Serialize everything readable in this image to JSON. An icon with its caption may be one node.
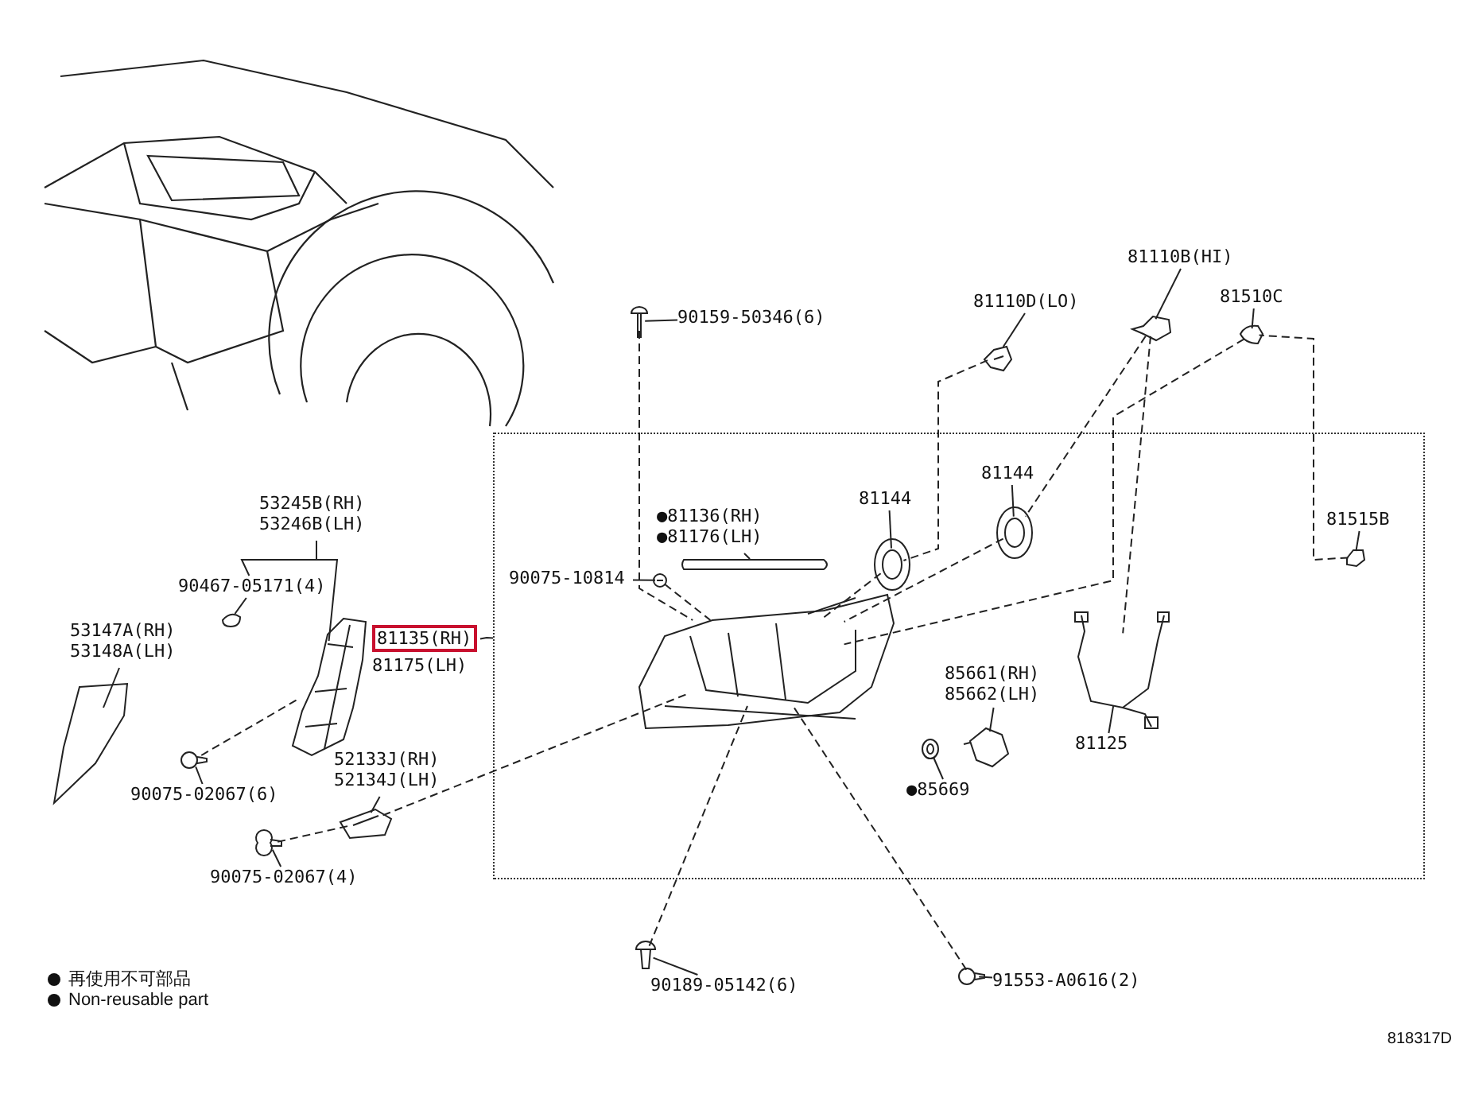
{
  "diagram": {
    "nodes": [
      {
        "text": [
          "53245B(RH) 53246B(LH)"
        ]
      },
      {
        "text": [],
        "shape": "picture"
      },
      {
        "text": [
          "90467-05171(4)"
        ]
      },
      {
        "text": [],
        "shape": "picture"
      },
      {
        "text": [
          "53147A(RH) 53148A(LH)"
        ]
      },
      {
        "text": [],
        "shape": "picture"
      },
      {
        "text": [
          "81135(RH)",
          "81175(LH)"
        ]
      },
      {
        "text": [
          "90075-02067(6)"
        ]
      },
      {
        "text": [],
        "shape": "picture"
      },
      {
        "text": [
          "52133J(RH) 52134J(LH)"
        ]
      },
      {
        "text": [],
        "shape": "picture"
      },
      {
        "text": [
          "90075-02067(4)"
        ]
      },
      {
        "text": [],
        "shape": "picture"
      },
      {
        "text": [
          "90159-50346(6)"
        ]
      },
      {
        "text": [],
        "shape": "picture"
      },
      {
        "text": [
          "81110D(LO)"
        ]
      },
      {
        "text": [],
        "shape": "picture"
      },
      {
        "text": [
          "81110B(HI)"
        ]
      },
      {
        "text": [],
        "shape": "picture"
      },
      {
        "text": [
          "81510C"
        ]
      },
      {
        "text": [],
        "shape": "picture"
      },
      {
        "text": [],
        "shape": "box"
      },
      {
        "text": [
          "●81136(RH) ●81176(LH)"
        ],
        "in": 21
      },
      {
        "text": [],
        "shape": "picture",
        "in": 21
      },
      {
        "text": [
          "90075-10814"
        ],
        "in": 21
      },
      {
        "text": [],
        "shape": "picture",
        "in": 21
      },
      {
        "text": [
          "81144"
        ],
        "in": 21
      },
      {
        "text": [],
        "shape": "picture",
        "in": 21
      },
      {
        "text": [
          "81144"
        ],
        "in": 21
      },
      {
        "text": [],
        "shape": "picture",
        "in": 21
      },
      {
        "text": [
          "81515B"
        ],
        "in": 21
      },
      {
        "text": [],
        "shape": "picture",
        "in": 21
      },
      {
        "text": [],
        "shape": "picture",
        "in": 21
      },
      {
        "text": [
          "85661(RH) 85662(LH)"
        ],
        "in": 21
      },
      {
        "text": [],
        "shape": "picture",
        "in": 21
      },
      {
        "text": [],
        "shape": "picture",
        "in": 21
      },
      {
        "text": [
          "●85669"
        ],
        "in": 21
      },
      {
        "text": [],
        "shape": "picture",
        "in": 21
      },
      {
        "text": [
          "81125"
        ],
        "in": 21
      },
      {
        "text": [
          "90189-05142(6)"
        ]
      },
      {
        "text": [],
        "shape": "picture"
      },
      {
        "text": [
          "91553-A0616(2)"
        ]
      },
      {
        "text": [],
        "shape": "picture"
      }
    ],
    "edges": [
      {
        "from": 0,
        "to": 1,
        "arrow": "none"
      },
      {
        "from": 0,
        "to": 2,
        "arrow": "none"
      },
      {
        "from": 2,
        "to": 3,
        "arrow": "none"
      },
      {
        "from": 4,
        "to": 5,
        "arrow": "none"
      },
      {
        "from": 6,
        "to": 21,
        "arrow": "none"
      },
      {
        "from": 7,
        "to": 8,
        "arrow": "none"
      },
      {
        "from": 9,
        "to": 10,
        "arrow": "none"
      },
      {
        "from": 11,
        "to": 12,
        "arrow": "none"
      },
      {
        "from": 13,
        "to": 14,
        "arrow": "none"
      },
      {
        "from": 15,
        "to": 16,
        "arrow": "none"
      },
      {
        "from": 17,
        "to": 18,
        "arrow": "none"
      },
      {
        "from": 19,
        "to": 20,
        "arrow": "none"
      },
      {
        "from": 22,
        "to": 23,
        "arrow": "none",
        "style": "dashed"
      },
      {
        "from": 24,
        "to": 25,
        "arrow": "none"
      },
      {
        "from": 26,
        "to": 27,
        "arrow": "none"
      },
      {
        "from": 28,
        "to": 29,
        "arrow": "none"
      },
      {
        "from": 30,
        "to": 31,
        "arrow": "none"
      },
      {
        "from": 33,
        "to": 34,
        "arrow": "none"
      },
      {
        "from": 36,
        "to": 35,
        "arrow": "none"
      },
      {
        "from": 38,
        "to": 37,
        "arrow": "none"
      },
      {
        "from": 39,
        "to": 40,
        "arrow": "none"
      },
      {
        "from": 41,
        "to": 42,
        "arrow": "none"
      },
      {
        "from": 8,
        "to": 1,
        "arrow": "none",
        "style": "dashed"
      },
      {
        "from": 12,
        "to": 10,
        "arrow": "none",
        "style": "dashed"
      },
      {
        "from": 10,
        "to": 32,
        "arrow": "none",
        "style": "dashed"
      },
      {
        "from": 14,
        "to": 32,
        "arrow": "none",
        "style": "dashed"
      },
      {
        "from": 40,
        "to": 32,
        "arrow": "none",
        "style": "dashed"
      },
      {
        "from": 25,
        "to": 32,
        "arrow": "none",
        "style": "dashed"
      },
      {
        "from": 16,
        "to": 27,
        "arrow": "none",
        "style": "dashed"
      },
      {
        "from": 27,
        "to": 32,
        "arrow": "none",
        "style": "dashed"
      },
      {
        "from": 18,
        "to": 29,
        "arrow": "none",
        "style": "dashed"
      },
      {
        "from": 29,
        "to": 32,
        "arrow": "none",
        "style": "dashed"
      },
      {
        "from": 18,
        "to": 37,
        "arrow": "none",
        "style": "dashed"
      },
      {
        "from": 20,
        "to": 32,
        "arrow": "none",
        "style": "dashed"
      },
      {
        "from": 31,
        "to": 20,
        "arrow": "none",
        "style": "dashed"
      },
      {
        "from": 42,
        "to": 32,
        "arrow": "none",
        "style": "dashed"
      }
    ],
    "labels": [
      "818317D"
    ],
    "legend": [
      {
        "text": "再使用不可部品"
      },
      {
        "text": "Non-reusable part"
      }
    ]
  }
}
